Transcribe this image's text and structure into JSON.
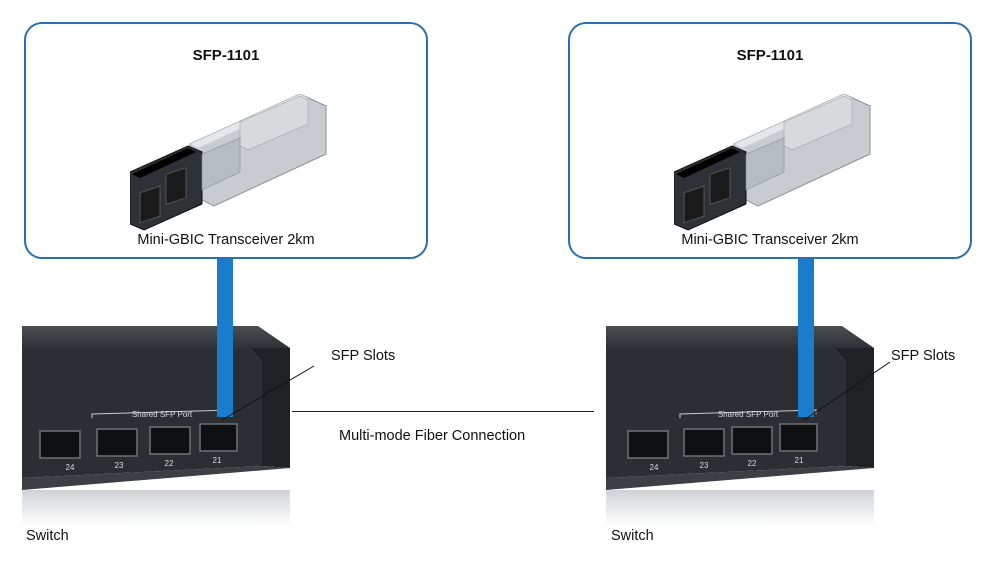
{
  "left": {
    "model": "SFP-1101",
    "description": "Mini-GBIC Transceiver 2km",
    "slots_label": "SFP Slots",
    "switch_label": "Switch",
    "shared_port_label": "Shared SFP Port",
    "port_numbers": [
      "24",
      "23",
      "22",
      "21"
    ]
  },
  "right": {
    "model": "SFP-1101",
    "description": "Mini-GBIC Transceiver 2km",
    "slots_label": "SFP Slots",
    "switch_label": "Switch",
    "shared_port_label": "Shared SFP Port",
    "port_numbers": [
      "24",
      "23",
      "22",
      "21"
    ]
  },
  "connection_label": "Multi-mode Fiber Connection",
  "colors": {
    "card_border": "#2a6fb0",
    "pipe": "#1a7ccc",
    "switch_body": "#2b2e33"
  }
}
